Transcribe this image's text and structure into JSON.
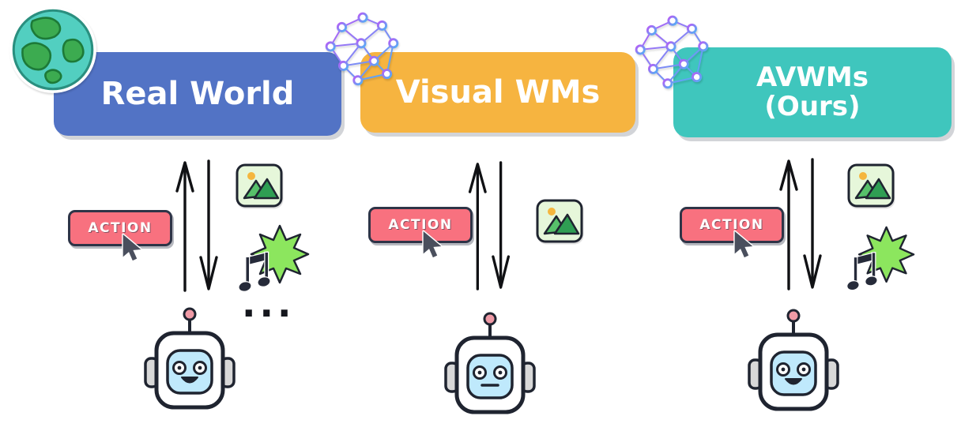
{
  "figure": {
    "panels": [
      {
        "title": "Real World",
        "subtitle": "",
        "header_color": "#5273C5",
        "badge": "earth-globe",
        "action_label": "ACTION",
        "outputs": [
          "image",
          "audio"
        ],
        "more_indicator": "...",
        "robot_mood": "happy"
      },
      {
        "title": "Visual WMs",
        "subtitle": "",
        "header_color": "#F6B440",
        "badge": "neural-network",
        "action_label": "ACTION",
        "outputs": [
          "image"
        ],
        "more_indicator": "",
        "robot_mood": "neutral"
      },
      {
        "title": "AVWMs",
        "subtitle": "(Ours)",
        "header_color": "#3FC6BD",
        "badge": "neural-network",
        "action_label": "ACTION",
        "outputs": [
          "image",
          "audio"
        ],
        "more_indicator": "",
        "robot_mood": "happy"
      }
    ],
    "colors": {
      "real_world_header": "#5273C5",
      "visual_wms_header": "#F6B440",
      "avwms_header": "#3FC6BD",
      "action_button": "#F8717F",
      "outline": "#1F2430",
      "image_icon_bg": "#E6F7DA",
      "burst_green": "#8CE65E",
      "robot_face": "#BFE9FC"
    }
  }
}
